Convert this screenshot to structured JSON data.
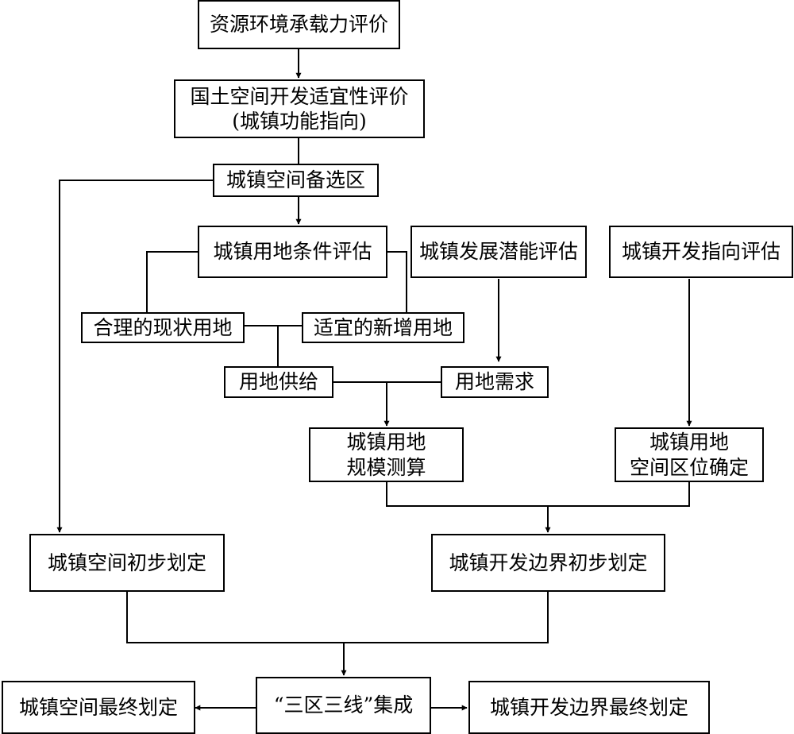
{
  "nodes": {
    "n1": "资源环境承载力评价",
    "n2": "国土空间开发适宜性评价\n(城镇功能指向)",
    "n3": "城镇空间备选区",
    "n4": "城镇用地条件评估",
    "n5": "城镇发展潜能评估",
    "n6": "城镇开发指向评估",
    "n7": "合理的现状用地",
    "n8": "适宜的新增用地",
    "n9": "用地供给",
    "n10": "用地需求",
    "n11": "城镇用地\n规模测算",
    "n12": "城镇用地\n空间区位确定",
    "n13": "城镇空间初步划定",
    "n14": "城镇开发边界初步划定",
    "n15": "城镇空间最终划定",
    "n16": "“三区三线”集成",
    "n17": "城镇开发边界最终划定"
  }
}
